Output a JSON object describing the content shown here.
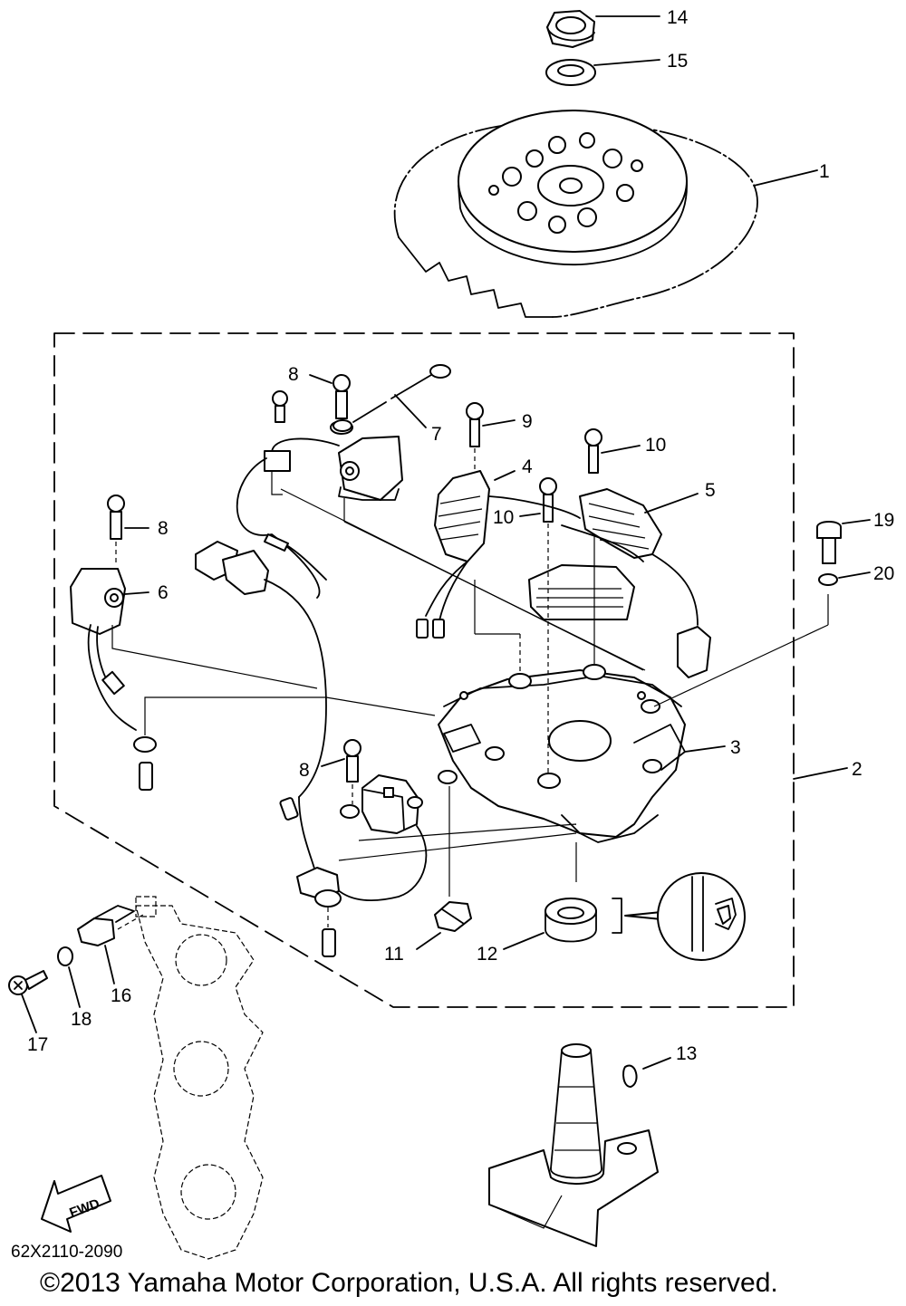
{
  "callouts": [
    "1",
    "2",
    "3",
    "4",
    "5",
    "6",
    "7",
    "8",
    "9",
    "10",
    "11",
    "12",
    "13",
    "14",
    "15",
    "16",
    "17",
    "18",
    "19",
    "20"
  ],
  "fwd_label": "FWD",
  "part_code": "62X2110-2090",
  "copyright": "©2013 Yamaha Motor Corporation, U.S.A. All rights reserved."
}
